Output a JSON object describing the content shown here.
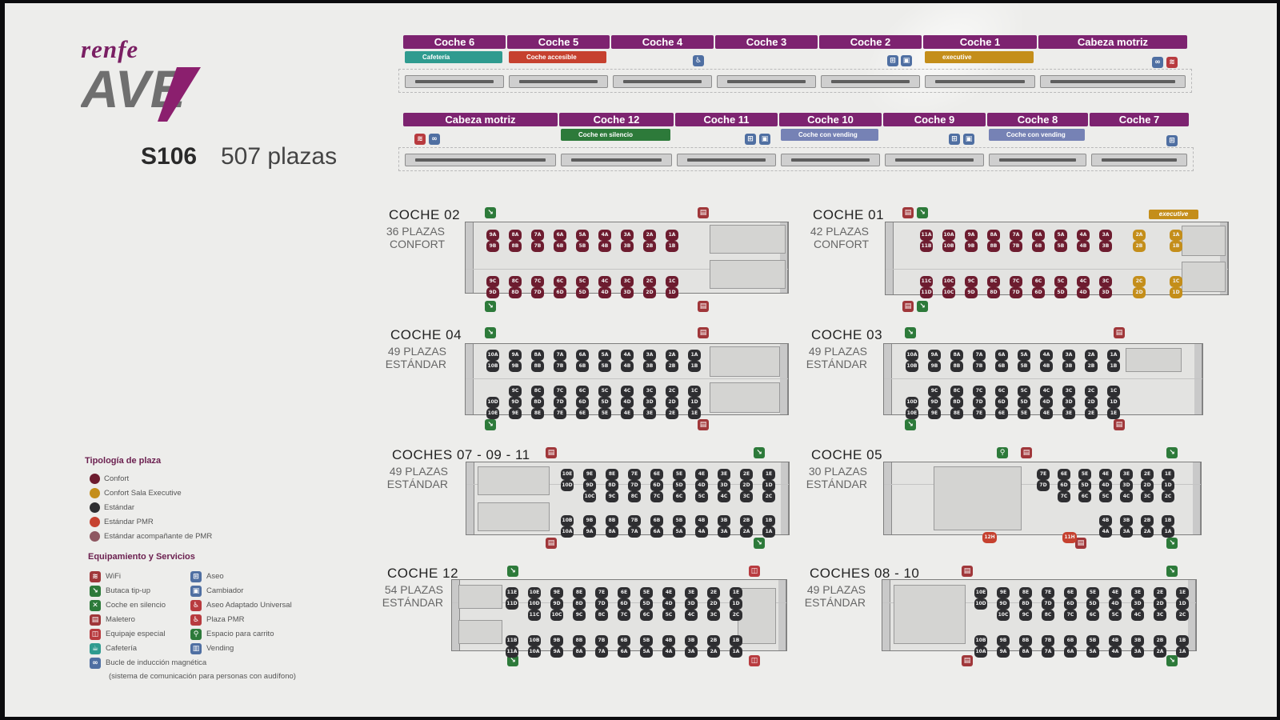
{
  "brand": {
    "renfe": "renfe",
    "ave": "AVE"
  },
  "train": {
    "model": "S106",
    "capacity": "507 plazas"
  },
  "top_train": {
    "cars": [
      {
        "label": "Coche 6",
        "tag": "Cafetería",
        "tag_color": "#2f9b8f"
      },
      {
        "label": "Coche 5",
        "tag": "Coche accesible",
        "tag_color": "#c6412f"
      },
      {
        "label": "Coche 4",
        "tag": "",
        "tag_color": ""
      },
      {
        "label": "Coche 3",
        "tag": "",
        "tag_color": ""
      },
      {
        "label": "Coche 2",
        "tag": "",
        "tag_color": ""
      },
      {
        "label": "Coche 1",
        "tag": "executive",
        "tag_color": "#c48e1a"
      },
      {
        "label": "Cabeza motriz",
        "tag": "",
        "tag_color": ""
      }
    ]
  },
  "bottom_train": {
    "cars": [
      {
        "label": "Cabeza motriz",
        "tag": "",
        "tag_color": ""
      },
      {
        "label": "Coche 12",
        "tag": "Coche en silencio",
        "tag_color": "#2d7a3a"
      },
      {
        "label": "Coche 11",
        "tag": "",
        "tag_color": ""
      },
      {
        "label": "Coche 10",
        "tag": "Coche con vending",
        "tag_color": "#7682b5"
      },
      {
        "label": "Coche 9",
        "tag": "",
        "tag_color": ""
      },
      {
        "label": "Coche 8",
        "tag": "Coche con vending",
        "tag_color": "#7682b5"
      },
      {
        "label": "Coche 7",
        "tag": "",
        "tag_color": ""
      }
    ]
  },
  "plans": [
    {
      "title": "COCHE 02",
      "plazas": "36 PLAZAS",
      "clase": "CONFORT",
      "rows": [
        {
          "class": "confort",
          "seats": [
            "9A",
            "8A",
            "7A",
            "6A",
            "5A",
            "4A",
            "3A",
            "2A",
            "1A"
          ]
        },
        {
          "class": "confort",
          "seats": [
            "9B",
            "8B",
            "7B",
            "6B",
            "5B",
            "4B",
            "3B",
            "2B",
            "1B"
          ]
        },
        {
          "class": "confort",
          "seats": [
            "9C",
            "8C",
            "7C",
            "6C",
            "5C",
            "4C",
            "3C",
            "2C",
            "1C"
          ]
        },
        {
          "class": "confort",
          "seats": [
            "9D",
            "8D",
            "7D",
            "6D",
            "5D",
            "4D",
            "3D",
            "2D",
            "1D"
          ]
        }
      ]
    },
    {
      "title": "COCHE 01",
      "plazas": "42 PLAZAS",
      "clase": "CONFORT",
      "badge": "executive",
      "rows": [
        {
          "class": "confort",
          "seats": [
            "11A",
            "10A",
            "9A",
            "8A",
            "7A",
            "6A",
            "5A",
            "4A",
            "3A"
          ],
          "exec": [
            "2A",
            "1A"
          ]
        },
        {
          "class": "confort",
          "seats": [
            "11B",
            "10B",
            "9B",
            "8B",
            "7B",
            "6B",
            "5B",
            "4B",
            "3B"
          ],
          "exec": [
            "2B",
            "1B"
          ]
        },
        {
          "class": "confort",
          "seats": [
            "11C",
            "10C",
            "9C",
            "8C",
            "7C",
            "6C",
            "5C",
            "4C",
            "3C"
          ],
          "exec": [
            "2C",
            "1C"
          ]
        },
        {
          "class": "confort",
          "seats": [
            "11D",
            "10C",
            "9D",
            "8D",
            "7D",
            "6D",
            "5D",
            "4D",
            "3D"
          ],
          "exec": [
            "2D",
            "1D"
          ]
        }
      ]
    },
    {
      "title": "COCHE 04",
      "plazas": "49 PLAZAS",
      "clase": "ESTÁNDAR",
      "rows": [
        {
          "class": "std",
          "seats": [
            "10A",
            "9A",
            "8A",
            "7A",
            "6A",
            "5A",
            "4A",
            "3A",
            "2A",
            "1A"
          ]
        },
        {
          "class": "std",
          "seats": [
            "10B",
            "9B",
            "8B",
            "7B",
            "6B",
            "5B",
            "4B",
            "3B",
            "2B",
            "1B"
          ]
        },
        {
          "class": "std",
          "seats": [
            "9C",
            "8C",
            "7C",
            "6C",
            "5C",
            "4C",
            "3C",
            "2C",
            "1C"
          ]
        },
        {
          "class": "std",
          "seats": [
            "10D",
            "9D",
            "8D",
            "7D",
            "6D",
            "5D",
            "4D",
            "3D",
            "2D",
            "1D"
          ]
        },
        {
          "class": "std",
          "seats": [
            "10E",
            "9E",
            "8E",
            "7E",
            "6E",
            "5E",
            "4E",
            "3E",
            "2E",
            "1E"
          ]
        }
      ]
    },
    {
      "title": "COCHE 03",
      "plazas": "49 PLAZAS",
      "clase": "ESTÁNDAR",
      "rows": [
        {
          "class": "std",
          "seats": [
            "10A",
            "9A",
            "8A",
            "7A",
            "6A",
            "5A",
            "4A",
            "3A",
            "2A",
            "1A"
          ]
        },
        {
          "class": "std",
          "seats": [
            "10B",
            "9B",
            "8B",
            "7B",
            "6B",
            "5B",
            "4B",
            "3B",
            "2B",
            "1B"
          ]
        },
        {
          "class": "std",
          "seats": [
            "9C",
            "8C",
            "7C",
            "6C",
            "5C",
            "4C",
            "3C",
            "2C",
            "1C"
          ]
        },
        {
          "class": "std",
          "seats": [
            "10D",
            "9D",
            "8D",
            "7D",
            "6D",
            "5D",
            "4D",
            "3D",
            "2D",
            "1D"
          ]
        },
        {
          "class": "std",
          "seats": [
            "10E",
            "9E",
            "8E",
            "7E",
            "6E",
            "5E",
            "4E",
            "3E",
            "2E",
            "1E"
          ]
        }
      ]
    },
    {
      "title": "COCHES 07 - 09 - 11",
      "plazas": "49 PLAZAS",
      "clase": "ESTÁNDAR",
      "rows": [
        {
          "class": "std",
          "seats": [
            "10E",
            "9E",
            "8E",
            "7E",
            "6E",
            "5E",
            "4E",
            "3E",
            "2E",
            "1E"
          ]
        },
        {
          "class": "std",
          "seats": [
            "10D",
            "9D",
            "8D",
            "7D",
            "6D",
            "5D",
            "4D",
            "3D",
            "2D",
            "1D"
          ]
        },
        {
          "class": "std",
          "seats": [
            "10C",
            "9C",
            "8C",
            "7C",
            "6C",
            "5C",
            "4C",
            "3C",
            "2C"
          ]
        },
        {
          "class": "std",
          "seats": [
            "10B",
            "9B",
            "8B",
            "7B",
            "6B",
            "5B",
            "4B",
            "3B",
            "2B",
            "1B"
          ]
        },
        {
          "class": "std",
          "seats": [
            "10A",
            "9A",
            "8A",
            "7A",
            "6A",
            "5A",
            "4A",
            "3A",
            "2A",
            "1A"
          ]
        }
      ]
    },
    {
      "title": "COCHE 05",
      "plazas": "30 PLAZAS",
      "clase": "ESTÁNDAR",
      "rows": [
        {
          "class": "std",
          "seats": [
            "7E",
            "6E",
            "5E",
            "4E",
            "3E",
            "2E",
            "1E"
          ]
        },
        {
          "class": "std",
          "seats": [
            "7D",
            "6D",
            "5D",
            "4D",
            "3D",
            "2D",
            "1D"
          ]
        },
        {
          "class": "std",
          "seats": [
            "7C",
            "6C",
            "5C",
            "4C",
            "3C",
            "2C"
          ]
        },
        {
          "class": "std",
          "seats": [
            "4B",
            "3B",
            "2B",
            "1B"
          ]
        },
        {
          "class": "std",
          "seats": [
            "4A",
            "3A",
            "2A",
            "1A"
          ]
        }
      ],
      "pmr": [
        "12H",
        "11H"
      ]
    },
    {
      "title": "COCHE 12",
      "plazas": "54 PLAZAS",
      "clase": "ESTÁNDAR",
      "rows": [
        {
          "class": "std",
          "seats": [
            "11E",
            "10E",
            "9E",
            "8E",
            "7E",
            "6E",
            "5E",
            "4E",
            "3E",
            "2E",
            "1E"
          ]
        },
        {
          "class": "std",
          "seats": [
            "11D",
            "10D",
            "9D",
            "8D",
            "7D",
            "6D",
            "5D",
            "4D",
            "3D",
            "2D",
            "1D"
          ]
        },
        {
          "class": "std",
          "seats": [
            "11C",
            "10C",
            "9C",
            "8C",
            "7C",
            "6C",
            "5C",
            "4C",
            "3C",
            "2C"
          ]
        },
        {
          "class": "std",
          "seats": [
            "11B",
            "10B",
            "9B",
            "8B",
            "7B",
            "6B",
            "5B",
            "4B",
            "3B",
            "2B",
            "1B"
          ]
        },
        {
          "class": "std",
          "seats": [
            "11A",
            "10A",
            "9A",
            "8A",
            "7A",
            "6A",
            "5A",
            "4A",
            "3A",
            "2A",
            "1A"
          ]
        }
      ]
    },
    {
      "title": "COCHES 08 - 10",
      "plazas": "49 PLAZAS",
      "clase": "ESTÁNDAR",
      "rows": [
        {
          "class": "std",
          "seats": [
            "10E",
            "9E",
            "8E",
            "7E",
            "6E",
            "5E",
            "4E",
            "3E",
            "2E",
            "1E"
          ]
        },
        {
          "class": "std",
          "seats": [
            "10D",
            "9D",
            "8D",
            "7D",
            "6D",
            "5D",
            "4D",
            "3D",
            "2D",
            "1D"
          ]
        },
        {
          "class": "std",
          "seats": [
            "10C",
            "9C",
            "8C",
            "7C",
            "6C",
            "5C",
            "4C",
            "3C",
            "2C"
          ]
        },
        {
          "class": "std",
          "seats": [
            "10B",
            "9B",
            "8B",
            "7B",
            "6B",
            "5B",
            "4B",
            "3B",
            "2B",
            "1B"
          ]
        },
        {
          "class": "std",
          "seats": [
            "10A",
            "9A",
            "8A",
            "7A",
            "6A",
            "5A",
            "4A",
            "3A",
            "2A",
            "1A"
          ]
        }
      ]
    }
  ],
  "legend": {
    "seat_types_title": "Tipología de plaza",
    "seat_types": [
      {
        "label": "Confort",
        "color": "#6d1c2f"
      },
      {
        "label": "Confort Sala Executive",
        "color": "#c48e1a"
      },
      {
        "label": "Estándar",
        "color": "#2e2e31"
      },
      {
        "label": "Estándar PMR",
        "color": "#c6412f"
      },
      {
        "label": "Estándar acompañante de PMR",
        "color": "#8e5761"
      }
    ],
    "services_title": "Equipamiento y Servicios",
    "services_left": [
      {
        "label": "WiFi",
        "icon": "wifi-icon"
      },
      {
        "label": "Butaca tip-up",
        "icon": "tip-up-seat-icon"
      },
      {
        "label": "Coche en silencio",
        "icon": "silent-car-icon"
      },
      {
        "label": "Maletero",
        "icon": "luggage-icon"
      },
      {
        "label": "Equipaje especial",
        "icon": "special-luggage-icon"
      },
      {
        "label": "Cafetería",
        "icon": "cafe-icon"
      },
      {
        "label": "Bucle de inducción magnética",
        "icon": "induction-loop-icon"
      }
    ],
    "services_left_note": "(sistema de comunicación para personas con audífono)",
    "services_right": [
      {
        "label": "Aseo",
        "icon": "toilet-icon"
      },
      {
        "label": "Cambiador",
        "icon": "baby-changer-icon"
      },
      {
        "label": "Aseo Adaptado Universal",
        "icon": "accessible-toilet-icon"
      },
      {
        "label": "Plaza PMR",
        "icon": "wheelchair-space-icon"
      },
      {
        "label": "Espacio para carrito",
        "icon": "stroller-space-icon"
      },
      {
        "label": "Vending",
        "icon": "vending-icon"
      }
    ]
  }
}
